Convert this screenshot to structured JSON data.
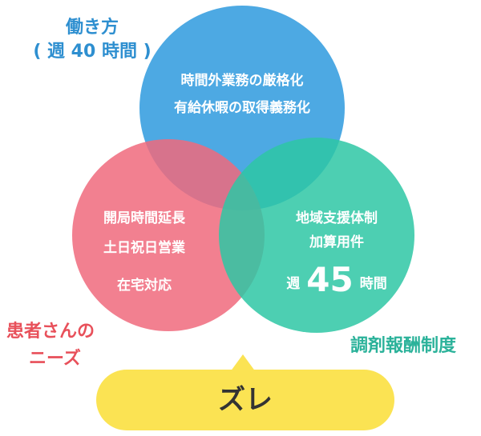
{
  "circles": {
    "work": {
      "title_line1": "働き方",
      "title_line2": "( 週 40 時間 )",
      "item1": "時間外業務の厳格化",
      "item2": "有給休暇の取得義務化",
      "color": "#3aa0e0"
    },
    "patient": {
      "title_line1": "患者さんの",
      "title_line2": "ニーズ",
      "item1": "開局時間延長",
      "item2": "土日祝日営業",
      "item3": "在宅対応",
      "color": "#f06a7c"
    },
    "fee": {
      "title": "調剤報酬制度",
      "item1": "地域支援体制",
      "item2": "加算用件",
      "hours_prefix": "週",
      "hours_value": "45",
      "hours_suffix": "時間",
      "color": "#2ec7a5"
    }
  },
  "callout": {
    "text": "ズレ",
    "color": "#fbe353"
  }
}
